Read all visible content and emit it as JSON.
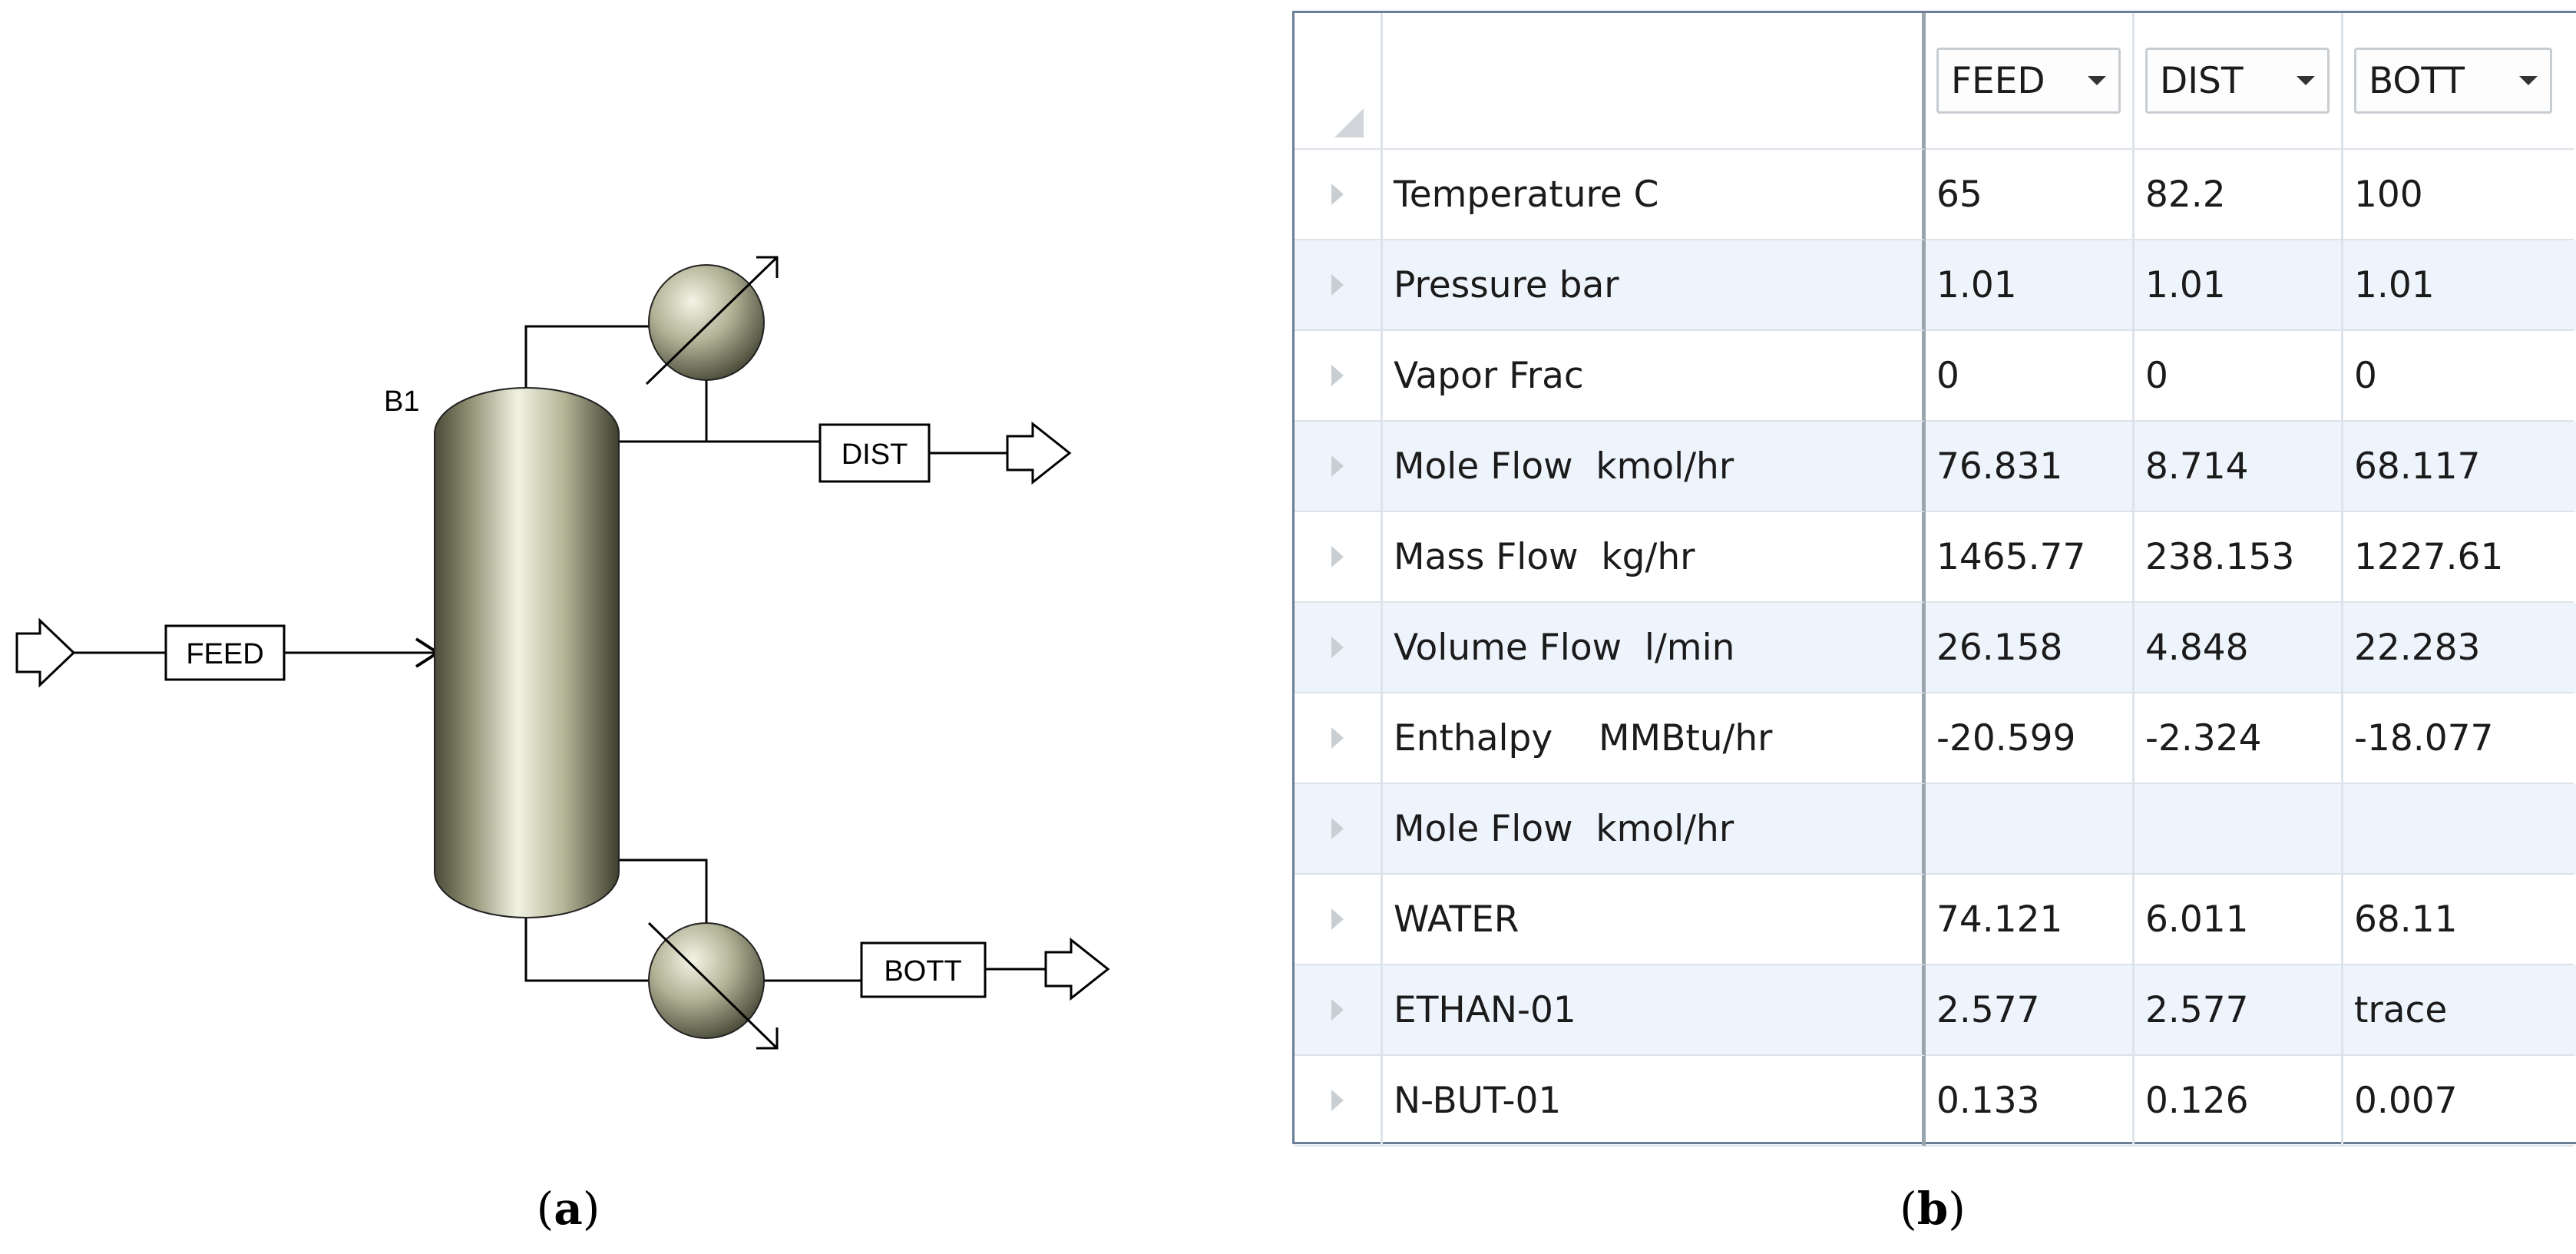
{
  "flowsheet": {
    "block_label": "B1",
    "streams": {
      "feed": "FEED",
      "dist": "DIST",
      "bott": "BOTT"
    }
  },
  "captions": {
    "a": "a",
    "b": "b"
  },
  "table": {
    "columns": [
      "FEED",
      "DIST",
      "BOTT"
    ],
    "rows": [
      {
        "label": "Temperature C",
        "values": [
          "65",
          "82.2",
          "100"
        ]
      },
      {
        "label": "Pressure bar",
        "values": [
          "1.01",
          "1.01",
          "1.01"
        ]
      },
      {
        "label": "Vapor Frac",
        "values": [
          "0",
          "0",
          "0"
        ]
      },
      {
        "label": "Mole Flow  kmol/hr",
        "values": [
          "76.831",
          "8.714",
          "68.117"
        ]
      },
      {
        "label": "Mass Flow  kg/hr",
        "values": [
          "1465.77",
          "238.153",
          "1227.61"
        ]
      },
      {
        "label": "Volume Flow  l/min",
        "values": [
          "26.158",
          "4.848",
          "22.283"
        ]
      },
      {
        "label": "Enthalpy    MMBtu/hr",
        "values": [
          "-20.599",
          "-2.324",
          "-18.077"
        ]
      },
      {
        "label": "Mole Flow  kmol/hr",
        "values": [
          "",
          "",
          ""
        ]
      },
      {
        "label": "WATER",
        "values": [
          "74.121",
          "6.011",
          "68.11"
        ]
      },
      {
        "label": "ETHAN-01",
        "values": [
          "2.577",
          "2.577",
          "trace"
        ]
      },
      {
        "label": "N-BUT-01",
        "values": [
          "0.133",
          "0.126",
          "0.007"
        ]
      }
    ]
  },
  "colors": {
    "grid_line": "#dde3ea",
    "alt_row": "#eef4fb",
    "frame": "#6b7f99"
  }
}
